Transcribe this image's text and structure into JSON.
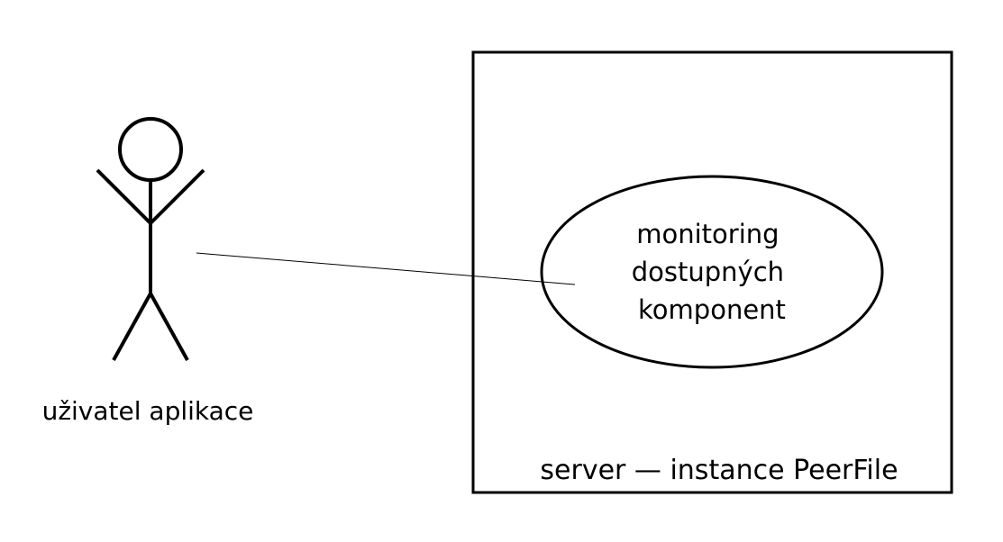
{
  "diagram": {
    "actor": {
      "label": "uživatel aplikace"
    },
    "system_boundary": {
      "label": "server — instance PeerFile"
    },
    "use_case": {
      "lines": [
        "monitoring",
        "dostupných",
        "komponent"
      ]
    }
  }
}
